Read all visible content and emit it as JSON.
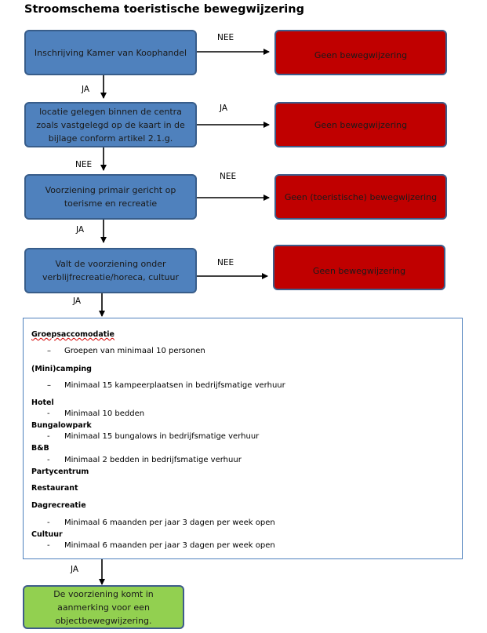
{
  "title": "Stroomschema toeristische bewegwijzering",
  "steps": [
    {
      "text": "Inschrijving Kamer van Koophandel",
      "side_label": "NEE",
      "down_label": "JA",
      "result": "Geen bewegwijzering"
    },
    {
      "text": "locatie gelegen binnen de centra zoals vastgelegd op de kaart in de bijlage conform artikel 2.1.g.",
      "side_label": "JA",
      "down_label": "NEE",
      "result": "Geen bewegwijzering"
    },
    {
      "text": "Voorziening primair gericht op toerisme en recreatie",
      "side_label": "NEE",
      "down_label": "JA",
      "result": "Geen (toeristische) bewegwijzering"
    },
    {
      "text": "Valt de voorziening onder verblijfrecreatie/horeca, cultuur",
      "side_label": "NEE",
      "down_label": "JA",
      "result": "Geen bewegwijzering"
    }
  ],
  "criteria": {
    "groeps": {
      "heading": "Groepsaccomodatie",
      "item": "Groepen van minimaal 10 personen"
    },
    "camping": {
      "heading": "(Mini)camping",
      "item": "Minimaal 15 kampeerplaatsen in bedrijfsmatige verhuur"
    },
    "hotel": {
      "heading": "Hotel",
      "item": "Minimaal 10 bedden"
    },
    "bungalow": {
      "heading": "Bungalowpark",
      "item": "Minimaal 15 bungalows in bedrijfsmatige verhuur"
    },
    "bb": {
      "heading": "B&B",
      "item": "Minimaal 2 bedden in bedrijfsmatige verhuur"
    },
    "party": {
      "heading": "Partycentrum"
    },
    "restaurant": {
      "heading": "Restaurant"
    },
    "dagrecreatie": {
      "heading": "Dagrecreatie",
      "item": "Minimaal 6 maanden per jaar 3 dagen per week open"
    },
    "cultuur": {
      "heading": "Cultuur",
      "item": "Minimaal 6 maanden per jaar 3 dagen per week open"
    }
  },
  "dash_glyph": "–",
  "final_label": "JA",
  "final": "De voorziening komt in aanmerking voor een objectbewegwijzering."
}
